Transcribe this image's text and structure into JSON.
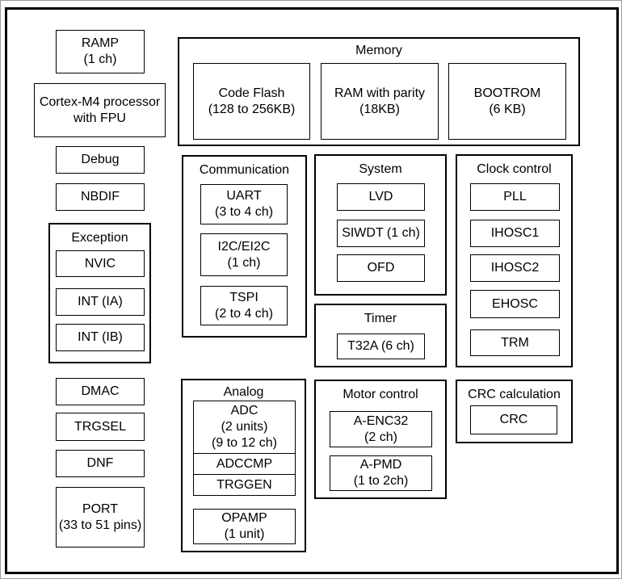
{
  "colors": {
    "background": "#ffffff",
    "border": "#000000",
    "text": "#000000",
    "outer_edge": "#9a9a9a"
  },
  "groups": {
    "memory": {
      "title": "Memory"
    },
    "communication": {
      "title": "Communication"
    },
    "system": {
      "title": "System"
    },
    "clock_control": {
      "title": "Clock control"
    },
    "timer": {
      "title": "Timer"
    },
    "exception": {
      "title": "Exception"
    },
    "analog": {
      "title": "Analog"
    },
    "motor_control": {
      "title": "Motor control"
    },
    "crc_calculation": {
      "title": "CRC calculation"
    }
  },
  "blocks": {
    "ramp": {
      "l1": "RAMP",
      "l2": "(1 ch)"
    },
    "cortex_m4": {
      "l1": "Cortex-M4 processor",
      "l2": "with FPU"
    },
    "debug": "Debug",
    "nbdif": "NBDIF",
    "nvic": "NVIC",
    "int_ia": "INT (IA)",
    "int_ib": "INT (IB)",
    "dmac": "DMAC",
    "trgsel": "TRGSEL",
    "dnf": "DNF",
    "port": {
      "l1": "PORT",
      "l2": "(33 to 51 pins)"
    },
    "code_flash": {
      "l1": "Code Flash",
      "l2": "(128 to 256KB)"
    },
    "ram_parity": {
      "l1": "RAM with parity",
      "l2": "(18KB)"
    },
    "bootrom": {
      "l1": "BOOTROM",
      "l2": "(6 KB)"
    },
    "uart": {
      "l1": "UART",
      "l2": "(3 to 4 ch)"
    },
    "i2c_ei2c": {
      "l1": "I2C/EI2C",
      "l2": "(1 ch)"
    },
    "tspi": {
      "l1": "TSPI",
      "l2": "(2 to 4 ch)"
    },
    "lvd": "LVD",
    "siwdt": "SIWDT (1 ch)",
    "ofd": "OFD",
    "pll": "PLL",
    "ihosc1": "IHOSC1",
    "ihosc2": "IHOSC2",
    "ehosc": "EHOSC",
    "trm": "TRM",
    "t32a": "T32A (6 ch)",
    "adc": {
      "l1": "ADC",
      "l2": "(2 units)",
      "l3": "(9 to 12 ch)"
    },
    "adccmp": "ADCCMP",
    "trggen": "TRGGEN",
    "opamp": {
      "l1": "OPAMP",
      "l2": "(1 unit)"
    },
    "a_enc32": {
      "l1": "A-ENC32",
      "l2": "(2 ch)"
    },
    "a_pmd": {
      "l1": "A-PMD",
      "l2": "(1 to 2ch)"
    },
    "crc": "CRC"
  }
}
